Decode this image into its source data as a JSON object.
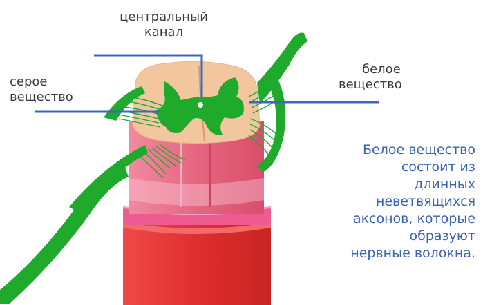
{
  "labels": {
    "central_canal": [
      "центральный",
      "канал"
    ],
    "gray_matter": [
      "серое",
      "вещество"
    ],
    "white_matter": [
      "белое",
      "вещество"
    ]
  },
  "note_lines": [
    "Белое вещество",
    "состоит из",
    "длинных",
    "неветвящихся",
    "аксонов, которые",
    "образуют",
    "нервные волокна."
  ],
  "colors": {
    "pointer_line": "#3b67c4",
    "note_text": "#3a63b0",
    "gray_matter": "#1faa2c",
    "white_matter_top": "#f2c79f",
    "column_pink": "#e8708c",
    "column_red": "#e33a3a"
  }
}
